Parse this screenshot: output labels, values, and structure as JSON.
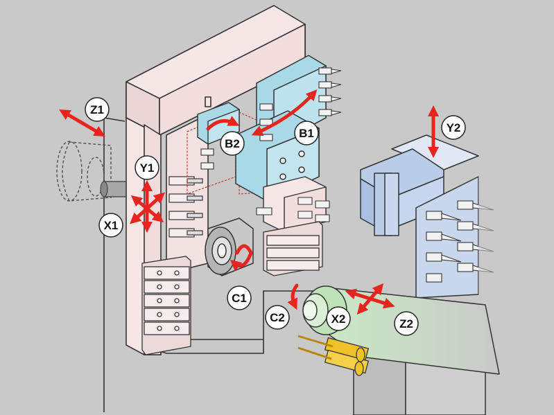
{
  "diagram": {
    "axes": {
      "z1": "Z1",
      "y1": "Y1",
      "x1": "X1",
      "c1": "C1",
      "b2": "B2",
      "b1": "B1",
      "y2": "Y2",
      "c2": "C2",
      "x2": "X2",
      "z2": "Z2"
    },
    "colors": {
      "background": "#c9c9c9",
      "frame": "#f6e7e7",
      "arrow": "#e8241f",
      "turret_blue": "#a9d9e6",
      "block_blue": "#b9cde9",
      "spindle_green": "#c9e9c5",
      "tool_gold": "#f0c229"
    }
  }
}
